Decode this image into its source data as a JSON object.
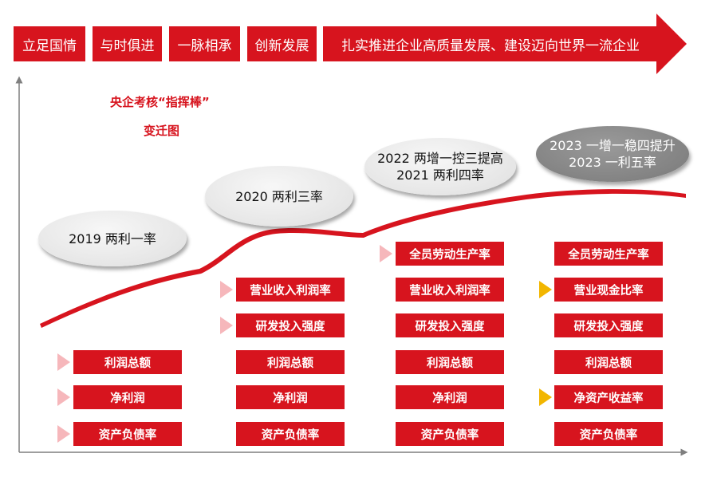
{
  "header": {
    "pills": [
      "立足国情",
      "与时俱进",
      "一脉相承",
      "创新发展"
    ],
    "banner": "扎实推进企业高质量发展、建设迈向世界一流企业"
  },
  "subtitle": {
    "line1": "央企考核“指挥棒”",
    "line2": "变迁图"
  },
  "stages": [
    {
      "lines": [
        "2019  两利一率"
      ]
    },
    {
      "lines": [
        "2020  两利三率"
      ]
    },
    {
      "lines": [
        "2022  两增一控三提高",
        "2021  两利四率"
      ]
    },
    {
      "lines": [
        "2023  一增一稳四提升",
        "2023  一利五率"
      ]
    }
  ],
  "columns": [
    {
      "items": [
        "利润总额",
        "净利润",
        "资产负债率"
      ]
    },
    {
      "items": [
        "营业收入利润率",
        "研发投入强度",
        "利润总额",
        "净利润",
        "资产负债率"
      ]
    },
    {
      "items": [
        "全员劳动生产率",
        "营业收入利润率",
        "研发投入强度",
        "利润总额",
        "净利润",
        "资产负债率"
      ]
    },
    {
      "items": [
        "全员劳动生产率",
        "营业现金比率",
        "研发投入强度",
        "利润总额",
        "净资产收益率",
        "资产负债率"
      ]
    }
  ],
  "colors": {
    "brand_red": "#d7141e",
    "marker_new": "#f6b7bb",
    "marker_changed": "#f2b600",
    "ellipse_dark": "#838383"
  }
}
